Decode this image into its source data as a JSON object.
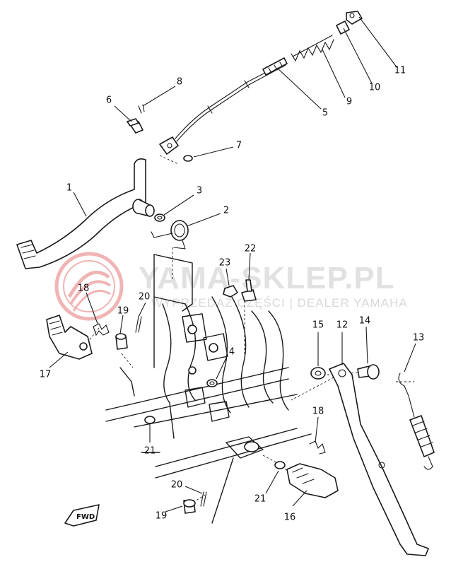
{
  "diagram": {
    "callouts": [
      "1",
      "2",
      "3",
      "4",
      "5",
      "6",
      "7",
      "8",
      "9",
      "10",
      "11",
      "12",
      "13",
      "14",
      "15",
      "16",
      "17",
      "18",
      "19",
      "20",
      "21",
      "22",
      "23"
    ],
    "repeat_callouts": [
      "18",
      "19",
      "20",
      "21"
    ],
    "fwd_label": "FWD"
  },
  "watermark": {
    "title": "YAMA-SKLEP.PL",
    "subtitle": "WYPRZEDAŻ CZĘŚCI | DEALER YAMAHA",
    "logo_color": "#e05a5a"
  }
}
